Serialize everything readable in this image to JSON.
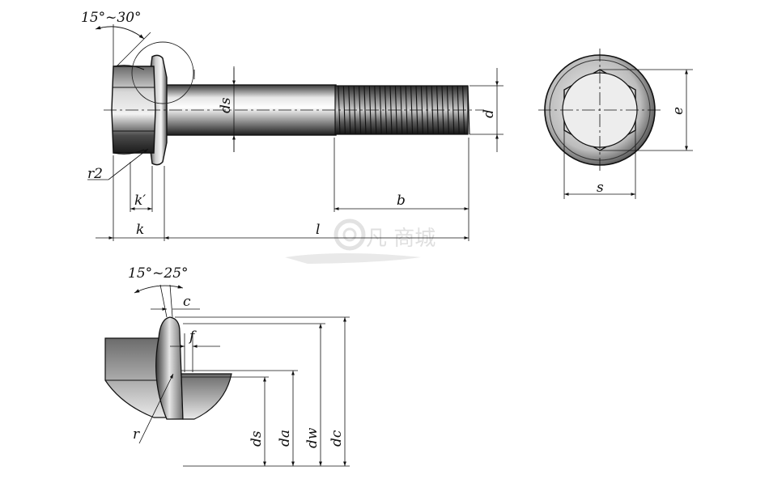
{
  "main_view": {
    "angle": "15°~30°",
    "r2": "r2",
    "k_prime": "k′",
    "k": "k",
    "l": "l",
    "b": "b",
    "ds": "ds",
    "d": "d"
  },
  "end_view": {
    "e": "e",
    "s": "s"
  },
  "detail_view": {
    "angle": "15°~25°",
    "c": "c",
    "f": "f",
    "r": "r",
    "ds": "ds",
    "da": "da",
    "dw": "dw",
    "dc": "dc"
  },
  "watermark": {
    "text": "凡 商城"
  }
}
